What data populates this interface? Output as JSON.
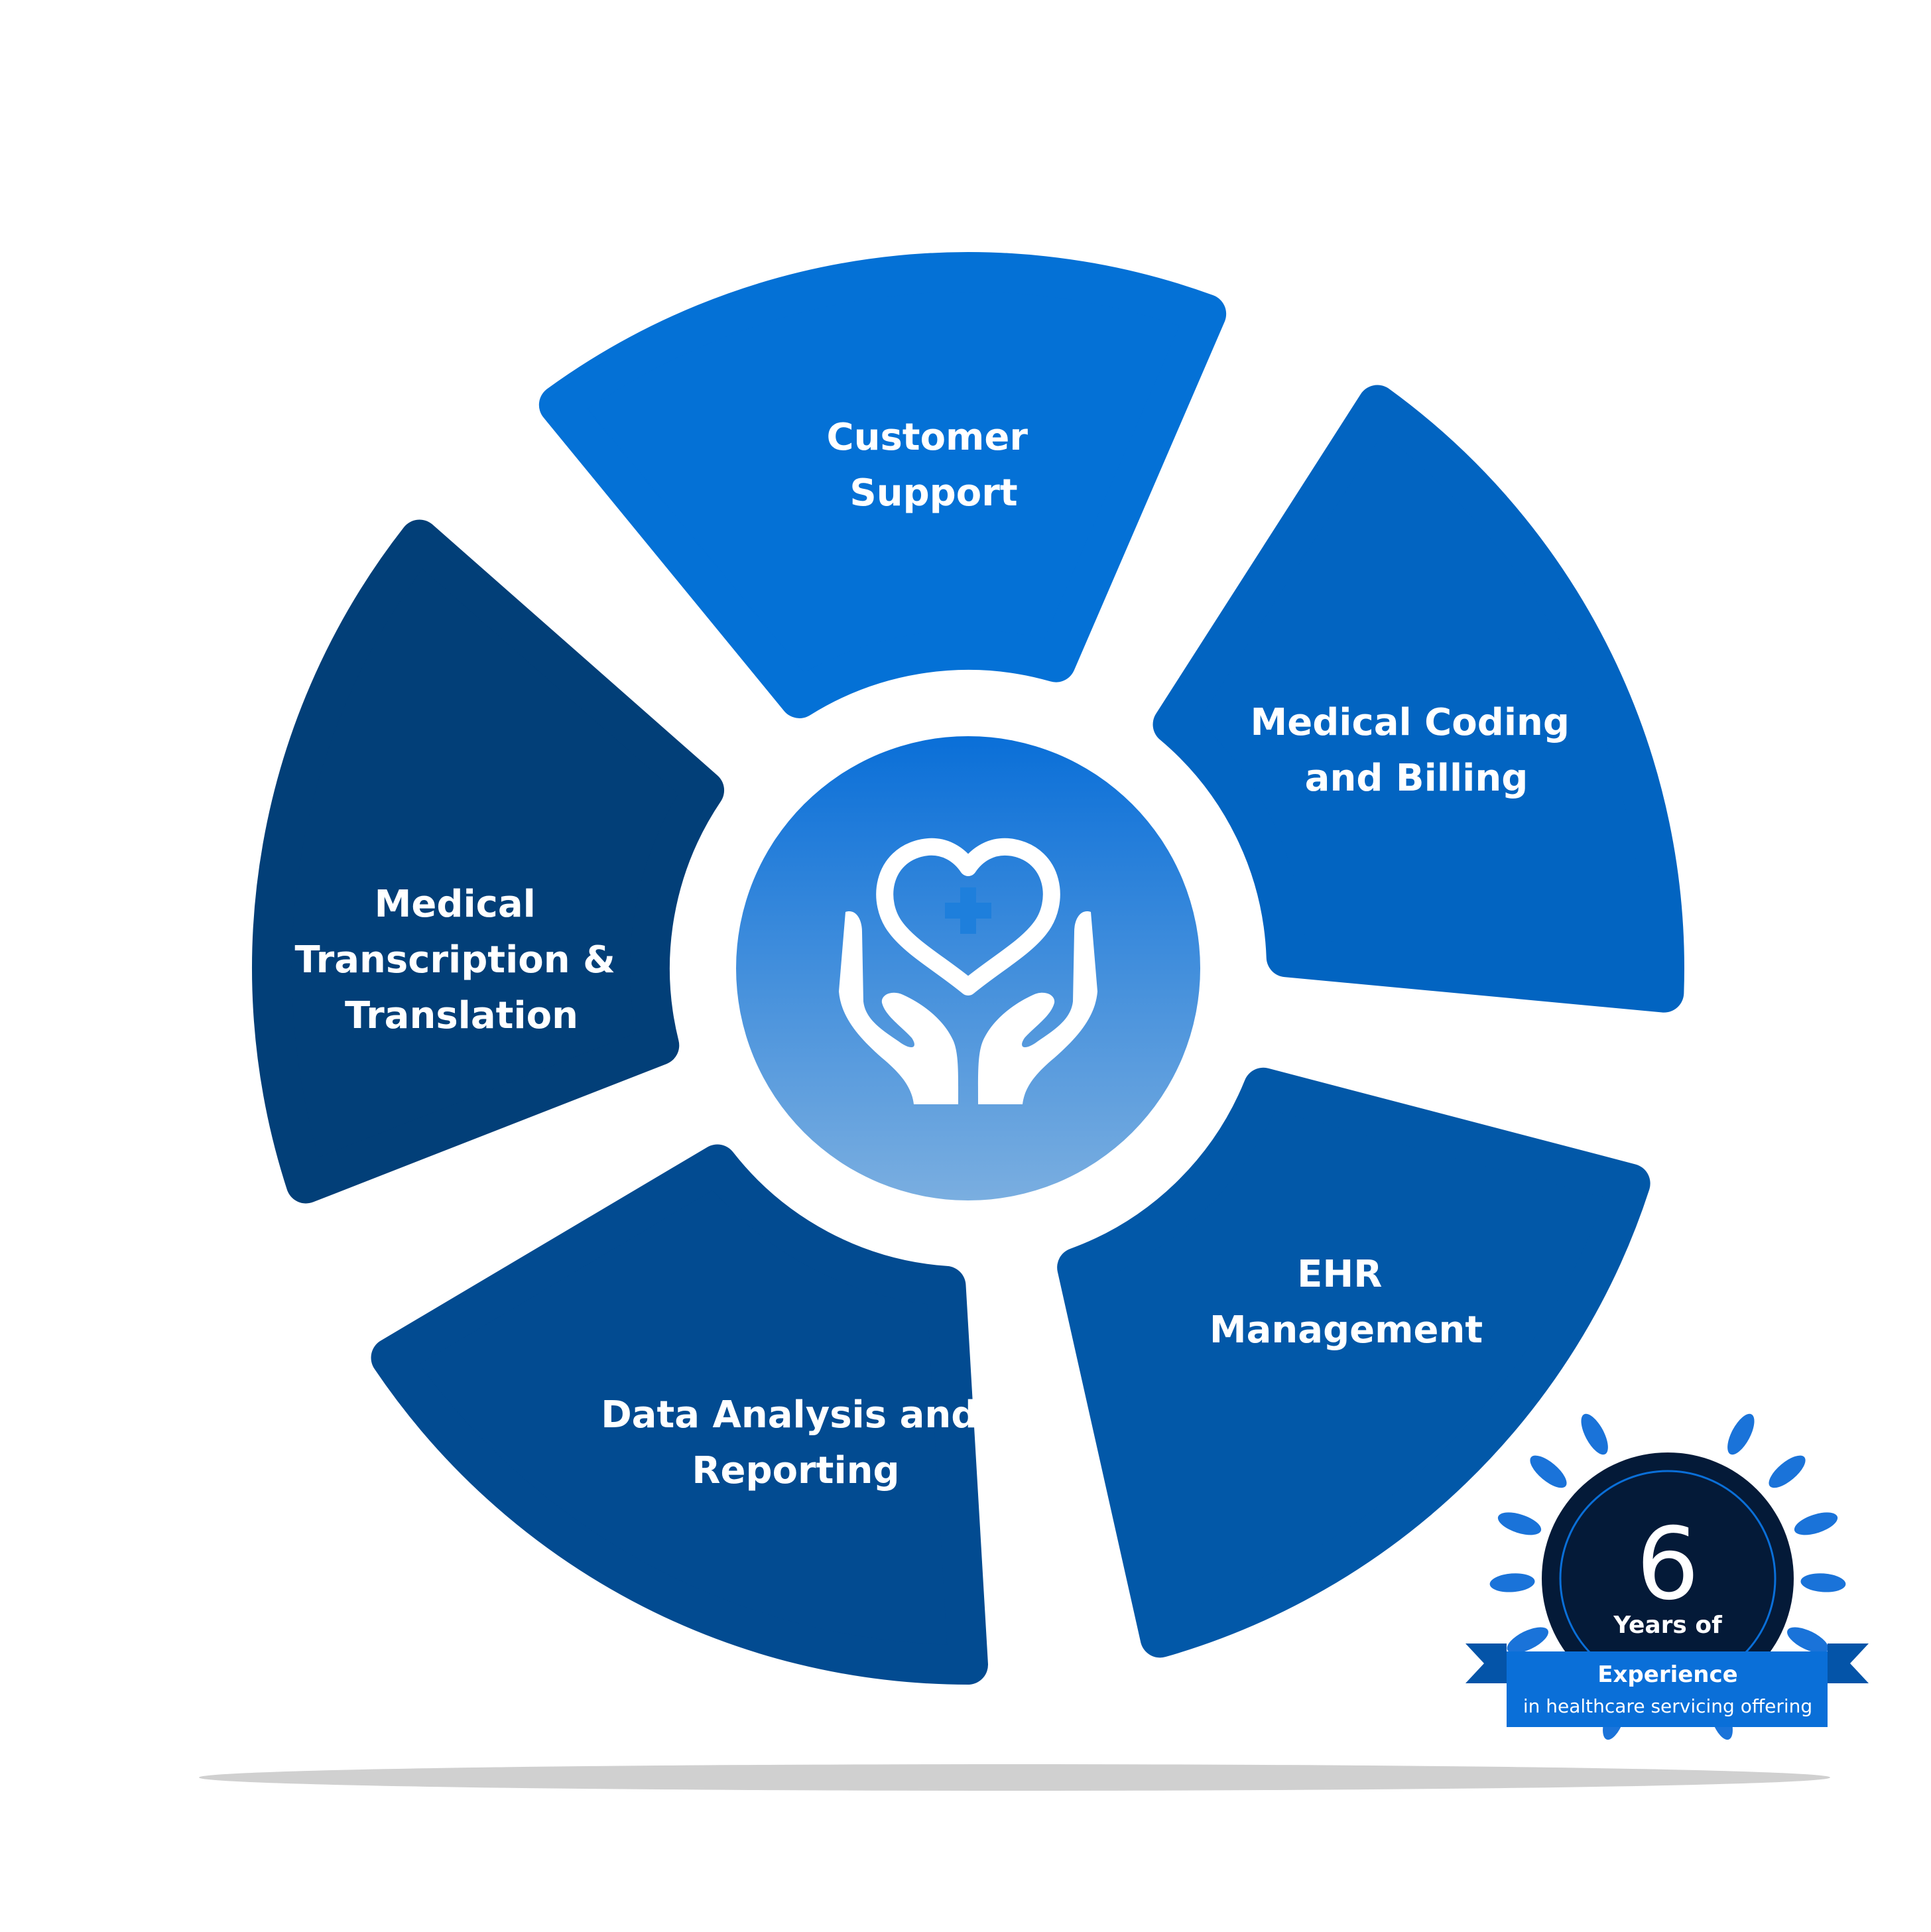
{
  "diagram": {
    "segments": [
      {
        "id": "customer-support",
        "lines": [
          "Customer",
          "Support"
        ],
        "color": "#0471d6"
      },
      {
        "id": "medical-coding",
        "lines": [
          "Medical Coding",
          "and Billing"
        ],
        "color": "#0264c1"
      },
      {
        "id": "ehr-management",
        "lines": [
          "EHR",
          "Management"
        ],
        "color": "#0258a8"
      },
      {
        "id": "data-analysis",
        "lines": [
          "Data Analysis and",
          "Reporting"
        ],
        "color": "#024b91"
      },
      {
        "id": "medical-transcription",
        "lines": [
          "Medical",
          "Transcription &",
          "Translation"
        ],
        "color": "#023f78"
      }
    ],
    "center": {
      "icon": "hands-heart-cross-icon",
      "gradient": [
        "#0a6fd8",
        "#7aaee0"
      ]
    },
    "text_color": "#ffffff"
  },
  "badge": {
    "number": "6",
    "line1": "Years of",
    "ribbon_title": "Experience",
    "ribbon_subtitle": "in healthcare servicing offering",
    "icon": "laurel-wreath-icon",
    "colors": {
      "disc": "#041a38",
      "ribbon": "#0a6fd8",
      "ribbon_tail": "#0454a8",
      "leaf": "#1a73d9"
    }
  },
  "floor_shadow_color": "#d0d0d0"
}
